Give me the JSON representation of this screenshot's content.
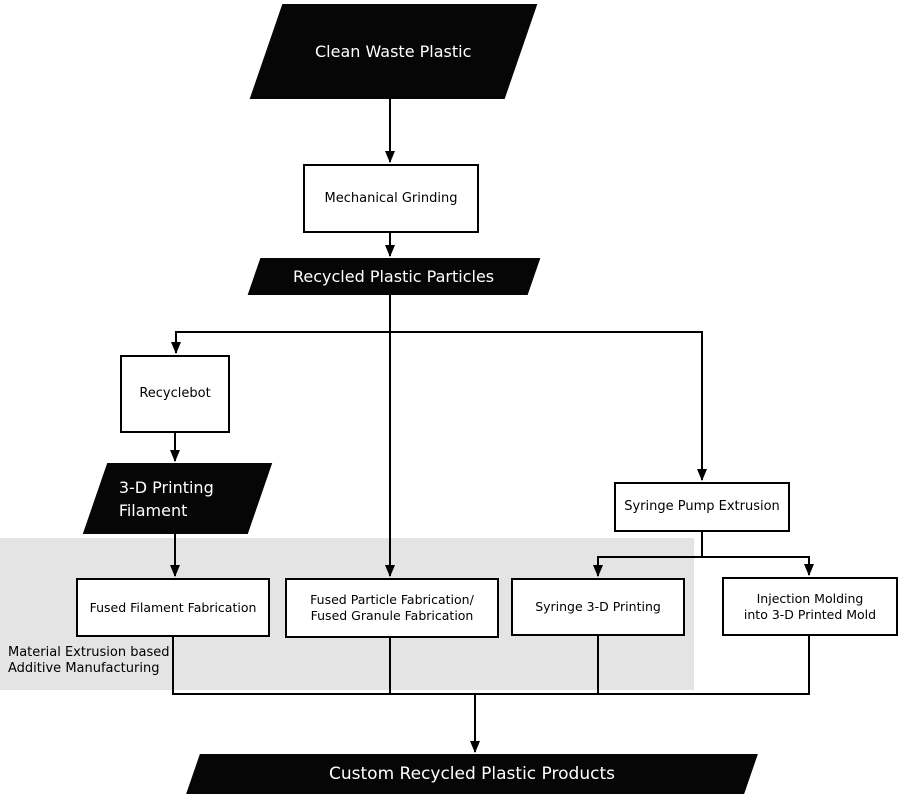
{
  "colors": {
    "node_fill": "#060606",
    "node_text": "#ffffff",
    "box_fill": "#ffffff",
    "box_border": "#000000",
    "region_fill": "#e4e4e4",
    "line": "#000000",
    "text": "#000000"
  },
  "nodes": {
    "clean_waste_plastic": {
      "label": "Clean Waste Plastic"
    },
    "mechanical_grinding": {
      "label": "Mechanical Grinding"
    },
    "recycled_plastic_particles": {
      "label": "Recycled Plastic Particles"
    },
    "recyclebot": {
      "label": "Recyclebot"
    },
    "printing_filament": {
      "line1": "3-D Printing",
      "line2": "Filament"
    },
    "syringe_pump_extrusion": {
      "label": "Syringe Pump Extrusion"
    },
    "fused_filament_fabrication": {
      "label": "Fused Filament Fabrication"
    },
    "fused_particle_fabrication": {
      "line1": "Fused Particle Fabrication/",
      "line2": "Fused Granule Fabrication"
    },
    "syringe_3d_printing": {
      "label": "Syringe 3-D Printing"
    },
    "injection_molding": {
      "line1": "Injection Molding",
      "line2": "into 3-D Printed Mold"
    },
    "custom_recycled_products": {
      "label": "Custom Recycled Plastic Products"
    }
  },
  "region": {
    "line1": "Material Extrusion based",
    "line2": "Additive Manufacturing"
  }
}
